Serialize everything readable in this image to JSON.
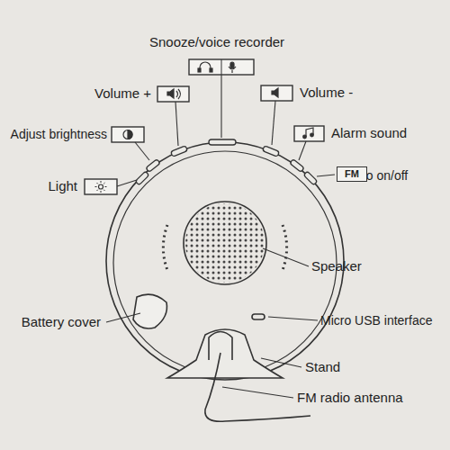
{
  "diagram": {
    "nodes": [
      {
        "text": [
          "FM"
        ]
      }
    ],
    "labels": [
      "Snooze/voice recorder",
      "Volume +",
      "Volume -",
      "Adjust brightness",
      "Alarm sound",
      "Light",
      "Radio on/off",
      "Speaker",
      "Battery cover",
      "Micro USB interface",
      "Stand",
      "FM radio antenna"
    ]
  }
}
